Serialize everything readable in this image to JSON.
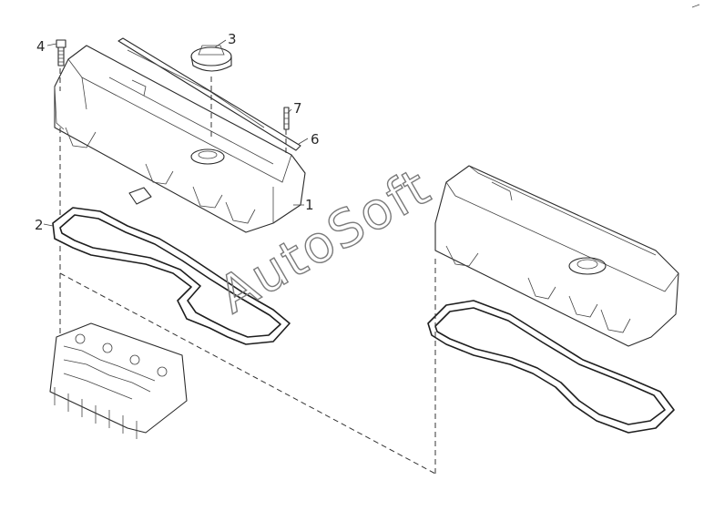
{
  "callouts": {
    "c1": "1",
    "c2": "2",
    "c3": "3",
    "c4": "4",
    "c6": "6",
    "c7": "7"
  },
  "watermark": "AutoSoft",
  "colors": {
    "ink": "#2b2b2b",
    "watermark_outline": "#7a7a7a",
    "background": "#ffffff"
  }
}
